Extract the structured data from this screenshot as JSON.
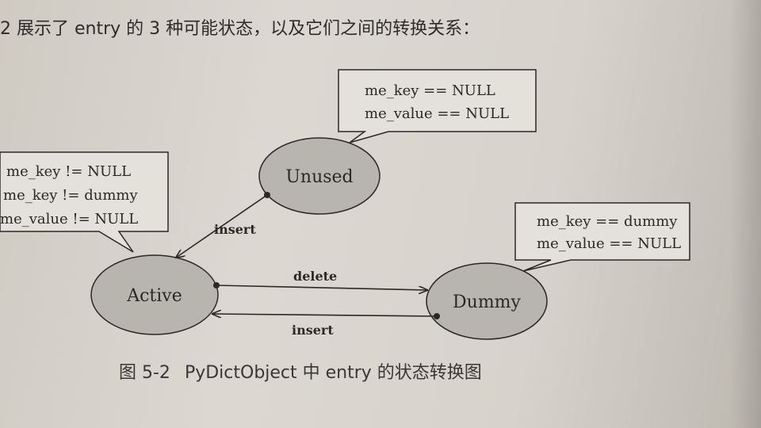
{
  "intro_text": "2 展示了 entry 的 3 种可能状态，以及它们之间的转换关系：",
  "states": {
    "unused": "Unused",
    "active": "Active",
    "dummy": "Dummy"
  },
  "notes": {
    "unused": [
      "me_key == NULL",
      "me_value == NULL"
    ],
    "active": [
      "me_key != NULL",
      "me_key != dummy",
      "me_value != NULL"
    ],
    "dummy": [
      "me_key == dummy",
      "me_value == NULL"
    ]
  },
  "transitions": {
    "unused_to_active": "insert",
    "active_to_dummy": "delete",
    "dummy_to_active": "insert"
  },
  "caption": {
    "figure_label": "图 5-2",
    "title": "PyDictObject 中 entry 的状态转换图"
  },
  "colors": {
    "state_fill": "#b8b4ae",
    "line": "#2b2826",
    "note_fill": "#e4e0da"
  }
}
